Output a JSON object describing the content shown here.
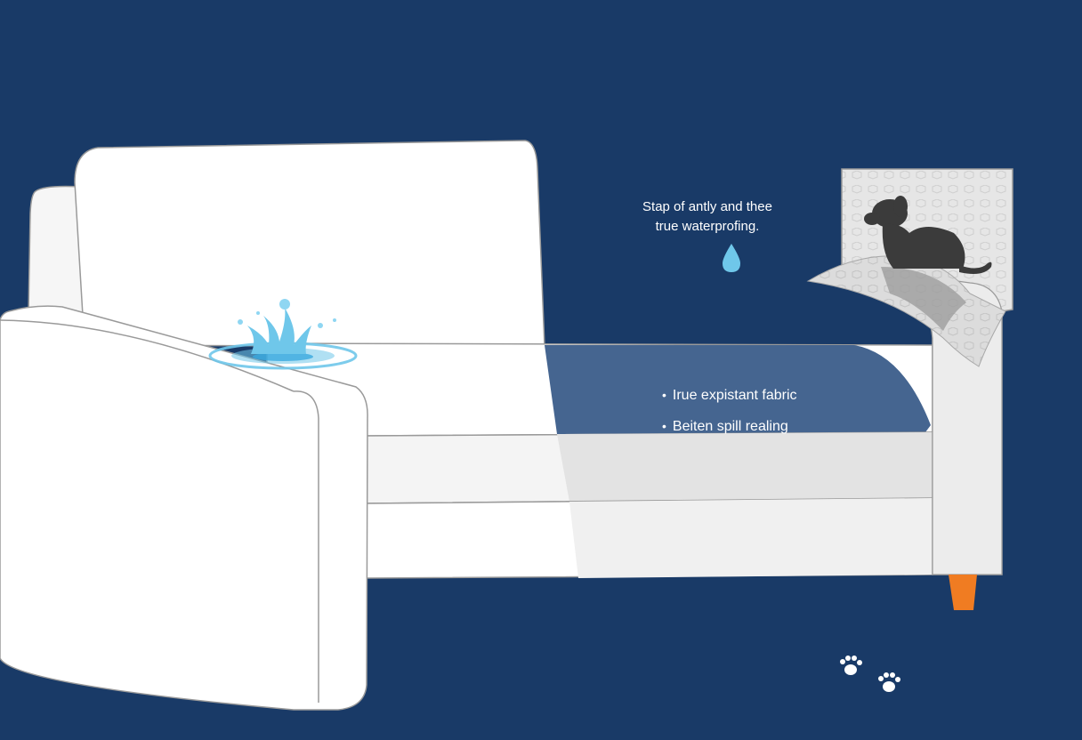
{
  "caption": {
    "line1": "Stap of antly and thee",
    "line2": "true waterprofing."
  },
  "bullets": [
    "Irue expistant fabric",
    "Beiten spill realing"
  ],
  "icons": {
    "drop": "water-drop-icon",
    "splash": "water-splash-icon",
    "dog": "dog-silhouette-icon",
    "paws": "paw-print-icon"
  },
  "colors": {
    "background": "#193a67",
    "sofa": "#ffffff",
    "cover": "#3b5d8a",
    "water": "#6fc7ea",
    "leg": "#f07c22",
    "dog": "#3b3b3b"
  }
}
